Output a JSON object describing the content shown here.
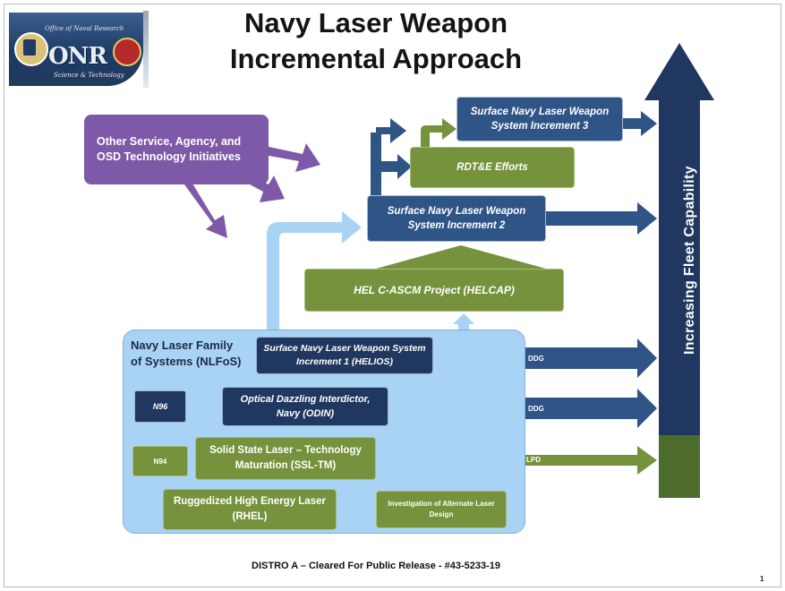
{
  "title": "Navy Laser Weapon Incremental Approach",
  "logo": {
    "wordmark": "ONR",
    "arc_top": "Office of Naval Research",
    "arc_bottom": "Science & Technology"
  },
  "boxes": {
    "other_initiatives": "Other Service, Agency, and OSD Technology Initiatives",
    "increment3": "Surface Navy Laser Weapon System Increment 3",
    "rdte": "RDT&E Efforts",
    "increment2": "Surface Navy Laser Weapon System Increment 2",
    "helcap": "HEL C-ASCM Project (HELCAP)",
    "nlfos": "Navy Laser Family of Systems (NLFoS)",
    "helios": "Surface Navy Laser Weapon System Increment 1 (HELIOS)",
    "odin": "Optical Dazzling Interdictor, Navy (ODIN)",
    "ssl_tm": "Solid State Laser – Technology Maturation (SSL-TM)",
    "rhel": "Ruggedized High Energy Laser (RHEL)",
    "alt_laser": "Investigation of Alternate Laser Design",
    "n96": "N96",
    "n94": "N94"
  },
  "arrow_labels": {
    "helios": "DDG",
    "odin": "DDG",
    "ssl_tm": "LPD"
  },
  "capability_arrow": "Increasing Fleet Capability",
  "footer": "DISTRO A – Cleared For Public Release - #43-5233-19",
  "page_number": "1",
  "colors": {
    "navy": "#20385f",
    "mid_blue": "#2f5486",
    "green": "#76923c",
    "purple": "#7e59a8",
    "light_blue": "#a9d3f4"
  }
}
